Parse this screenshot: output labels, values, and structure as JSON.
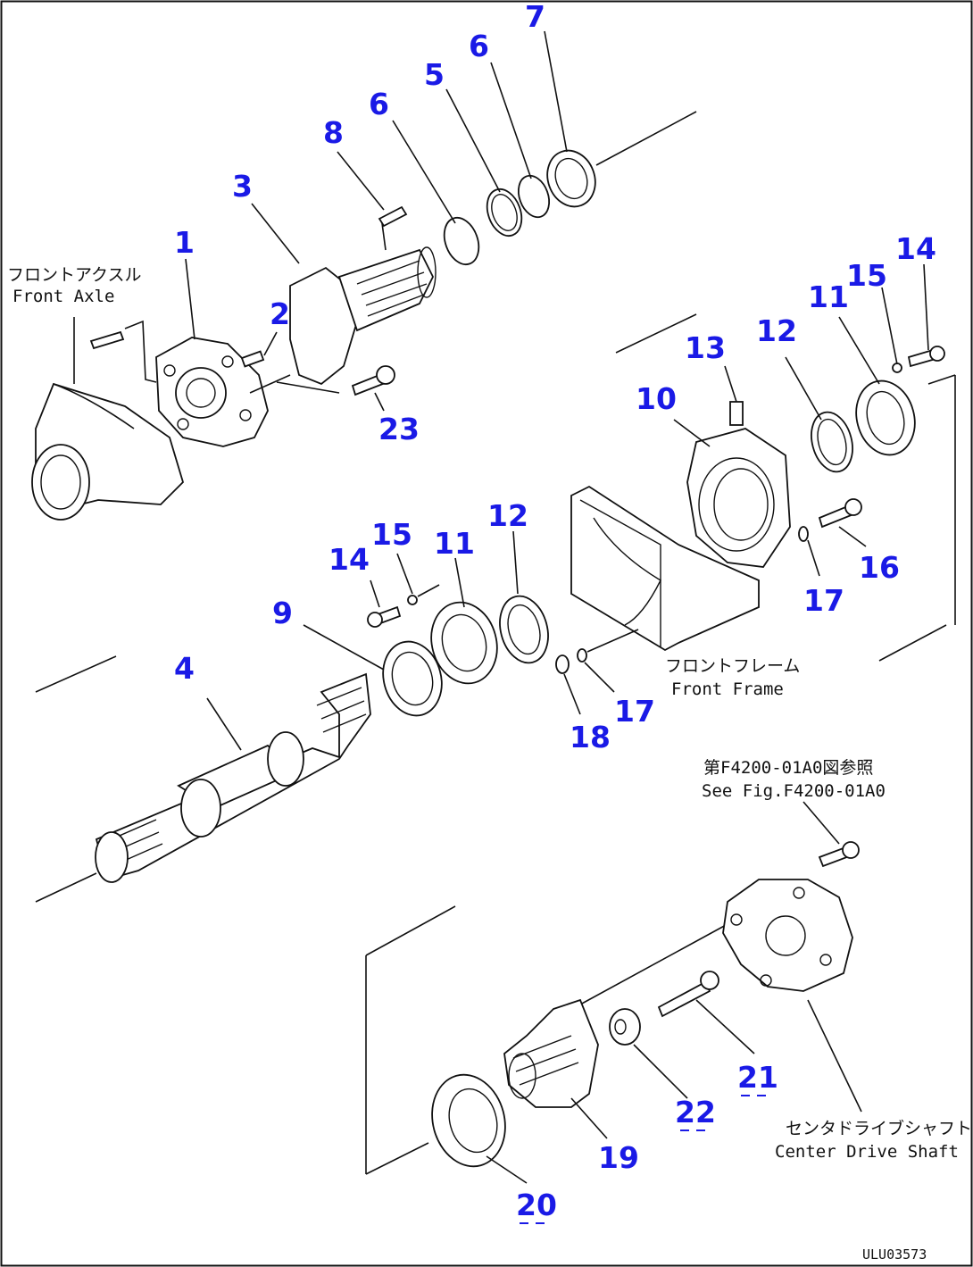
{
  "callouts": {
    "c1": "1",
    "c2": "2",
    "c3": "3",
    "c4": "4",
    "c5": "5",
    "c6a": "6",
    "c6b": "6",
    "c7": "7",
    "c8": "8",
    "c9": "9",
    "c10": "10",
    "c11a": "11",
    "c11b": "11",
    "c12a": "12",
    "c12b": "12",
    "c13": "13",
    "c14a": "14",
    "c14b": "14",
    "c15a": "15",
    "c15b": "15",
    "c16": "16",
    "c17a": "17",
    "c17b": "17",
    "c18": "18",
    "c19": "19",
    "c20": "20",
    "c21": "21",
    "c22": "22",
    "c23": "23"
  },
  "labels": {
    "front_axle_jp": "フロントアクスル",
    "front_axle_en": "Front Axle",
    "front_frame_jp": "フロントフレーム",
    "front_frame_en": "Front Frame",
    "ref_jp": "第F4200-01A0図参照",
    "ref_en": "See Fig.F4200-01A0",
    "center_shaft_jp": "センタドライブシャフト",
    "center_shaft_en": "Center Drive Shaft"
  },
  "figure_number": "ULU03573",
  "colors": {
    "callout": "#1a1ae6",
    "line": "#111111",
    "background": "#ffffff"
  }
}
